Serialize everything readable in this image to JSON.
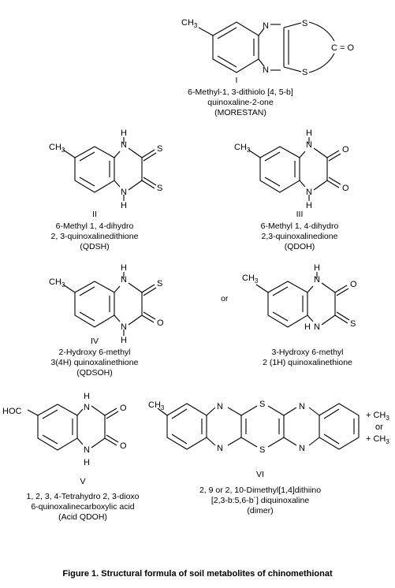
{
  "structures": [
    {
      "id": "I",
      "numeral": "I",
      "caption": [
        "6-Methyl-1, 3-dithiolo [4, 5-b]",
        "quinoxaline-2-one",
        "(MORESTAN)"
      ]
    },
    {
      "id": "II",
      "numeral": "II",
      "caption": [
        "6-Methyl 1, 4-dihydro",
        "2, 3-quinoxalinedithione",
        "(QDSH)"
      ]
    },
    {
      "id": "III",
      "numeral": "III",
      "caption": [
        "6-Methyl 1, 4-dihydro",
        "2,3-quinoxalinedione",
        "(QDOH)"
      ]
    },
    {
      "id": "IV",
      "numeral": "IV",
      "caption": [
        "2-Hydroxy 6-methyl",
        "3(4H) quinoxalinethione",
        "(QDSOH)"
      ]
    },
    {
      "id": "IVb",
      "numeral": "",
      "caption": [
        "3-Hydroxy 6-methyl",
        "2 (1H) quinoxalinethione"
      ]
    },
    {
      "id": "V",
      "numeral": "V",
      "caption": [
        "1, 2, 3, 4-Tetrahydro 2, 3-dioxo",
        "6-quinoxalinecarboxylic acid",
        "(Acid  QDOH)"
      ]
    },
    {
      "id": "VI",
      "numeral": "VI",
      "caption": [
        "2, 9 or 2, 10-Dimethyl[1,4]dithiino",
        "[2,3-b:5,6-b´] diquinoxaline",
        "(dimer)"
      ]
    }
  ],
  "connector_or": "or",
  "dimer_side": {
    "plus1": "+ CH",
    "sub1": "3",
    "or": "or",
    "plus2": "+ CH",
    "sub2": "3"
  },
  "atoms": {
    "CH3": "CH",
    "three": "3",
    "N": "N",
    "H": "H",
    "S": "S",
    "O": "O",
    "C_eq_O": "C = O",
    "HOC": "HOC"
  },
  "figure_caption": "Figure 1.  Structural formula of soil metabolites of chinomethionat"
}
